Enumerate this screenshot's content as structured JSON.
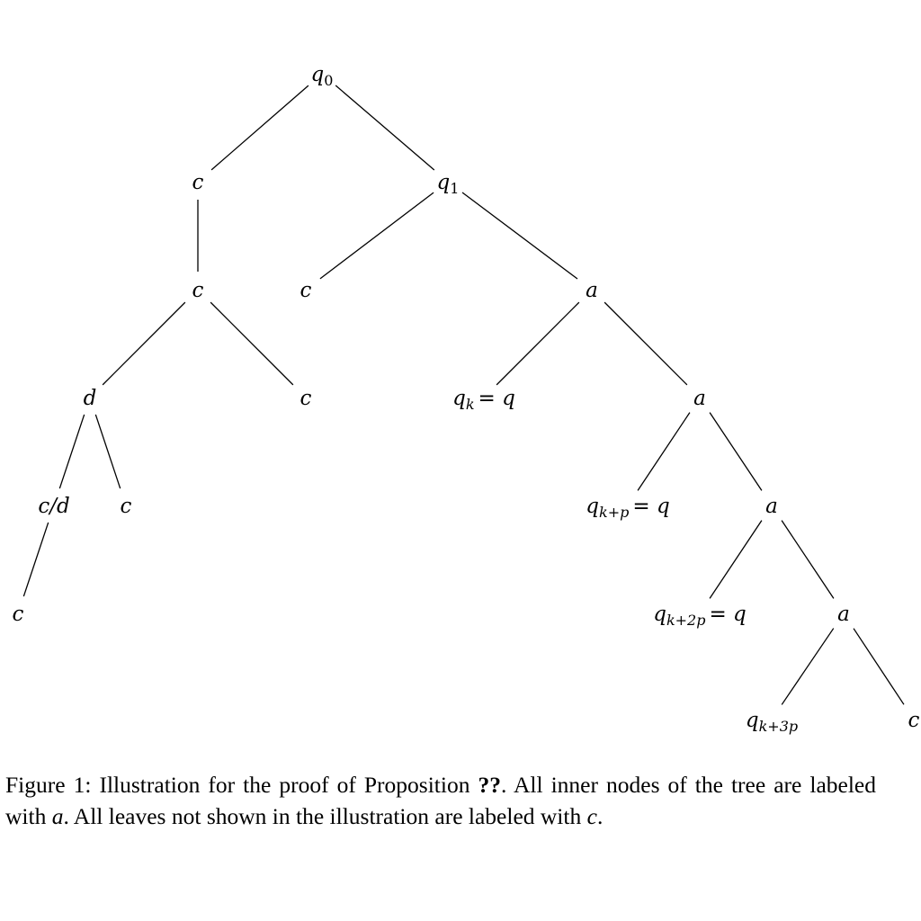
{
  "diagram": {
    "nodes": [
      {
        "id": "q0",
        "base": "q",
        "sub": "0"
      },
      {
        "id": "q1",
        "base": "q",
        "sub": "1"
      },
      {
        "id": "c_l1",
        "text": "c"
      },
      {
        "id": "c_l2",
        "text": "c"
      },
      {
        "id": "c_mid",
        "text": "c"
      },
      {
        "id": "a1",
        "text": "a"
      },
      {
        "id": "d",
        "text": "d"
      },
      {
        "id": "c_r3",
        "text": "c"
      },
      {
        "id": "qk",
        "base": "q",
        "sub": "k",
        "rhs": "= q"
      },
      {
        "id": "a2",
        "text": "a"
      },
      {
        "id": "cd",
        "text": "c/d"
      },
      {
        "id": "c_d",
        "text": "c"
      },
      {
        "id": "qkp",
        "base": "q",
        "sub": "k+p",
        "rhs": "= q"
      },
      {
        "id": "a3",
        "text": "a"
      },
      {
        "id": "c_leaf",
        "text": "c"
      },
      {
        "id": "qk2p",
        "base": "q",
        "sub": "k+2p",
        "rhs": "= q"
      },
      {
        "id": "a4",
        "text": "a"
      },
      {
        "id": "qk3p",
        "base": "q",
        "sub": "k+3p"
      },
      {
        "id": "c_end",
        "text": "c"
      }
    ],
    "edges": [
      [
        "q0",
        "c_l1"
      ],
      [
        "q0",
        "q1"
      ],
      [
        "c_l1",
        "c_l2"
      ],
      [
        "q1",
        "c_mid"
      ],
      [
        "q1",
        "a1"
      ],
      [
        "c_l2",
        "d"
      ],
      [
        "c_l2",
        "c_r3"
      ],
      [
        "a1",
        "qk"
      ],
      [
        "a1",
        "a2"
      ],
      [
        "d",
        "cd"
      ],
      [
        "d",
        "c_d"
      ],
      [
        "a2",
        "qkp"
      ],
      [
        "a2",
        "a3"
      ],
      [
        "cd",
        "c_leaf"
      ],
      [
        "a3",
        "qk2p"
      ],
      [
        "a3",
        "a4"
      ],
      [
        "a4",
        "qk3p"
      ],
      [
        "a4",
        "c_end"
      ]
    ]
  },
  "caption": {
    "prefix": "Figure 1: Illustration for the proof of Proposition ",
    "ref": "??",
    "middle": ". All inner nodes of the tree are labeled with ",
    "var1": "a",
    "rest": ". All leaves not shown in the illustration are labeled with ",
    "var2": "c",
    "end": "."
  }
}
